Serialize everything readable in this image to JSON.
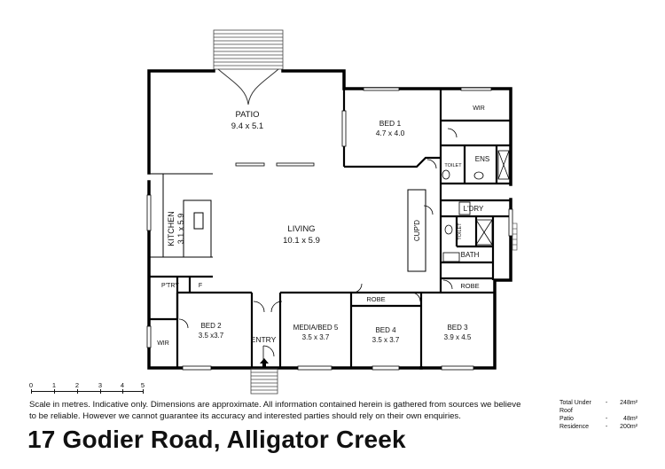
{
  "rooms": {
    "patio": {
      "name": "PATIO",
      "dims": "9.4 x 5.1"
    },
    "bed1": {
      "name": "BED 1",
      "dims": "4.7 x 4.0"
    },
    "wir1": {
      "name": "WIR"
    },
    "ens": {
      "name": "ENS"
    },
    "toilet1": {
      "name": "TOILET"
    },
    "toilet2": {
      "name": "TOILET"
    },
    "laundry": {
      "name": "L'DRY"
    },
    "bath": {
      "name": "BATH"
    },
    "robe3": {
      "name": "ROBE"
    },
    "cupd": {
      "name": "CUP'D"
    },
    "living": {
      "name": "LIVING",
      "dims": "10.1 x 5.9"
    },
    "kitchen": {
      "name": "KITCHEN",
      "dims": "3.1 x 5.9"
    },
    "pantry": {
      "name": "P'TRY"
    },
    "fridge": {
      "name": "F"
    },
    "bed2": {
      "name": "BED 2",
      "dims": "3.5 x3.7"
    },
    "wir2": {
      "name": "WIR"
    },
    "entry": {
      "name": "ENTRY"
    },
    "media": {
      "name": "MEDIA/BED 5",
      "dims": "3.5 x 3.7"
    },
    "robe4": {
      "name": "ROBE"
    },
    "bed4": {
      "name": "BED 4",
      "dims": "3.5 x 3.7"
    },
    "bed3": {
      "name": "BED 3",
      "dims": "3.9 x 4.5"
    }
  },
  "scale": {
    "ticks": [
      "0",
      "1",
      "2",
      "3",
      "4",
      "5"
    ]
  },
  "disclaimer": "Scale in metres. Indicative only. Dimensions are approximate. All information contained herein is gathered from sources we believe to be reliable. However we cannot guarantee its accuracy and interested parties should rely on their own enquiries.",
  "areas": [
    {
      "name": "Total Under Roof",
      "dash": "-",
      "value": "248m²"
    },
    {
      "name": "Patio",
      "dash": "-",
      "value": "48m²"
    },
    {
      "name": "Residence",
      "dash": "-",
      "value": "200m²"
    }
  ],
  "address": "17 Godier Road, Alligator Creek"
}
